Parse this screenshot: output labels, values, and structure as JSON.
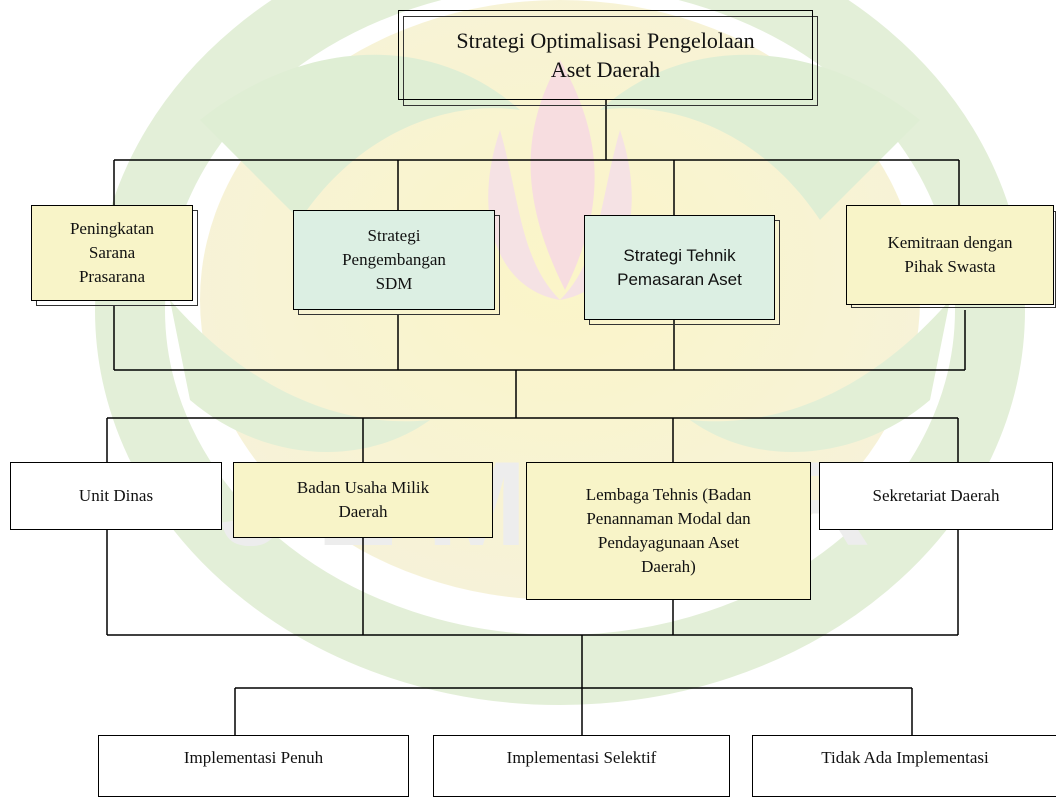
{
  "title": "Strategi Optimalisasi Pengelolaan\nAset Daerah",
  "strategies": [
    "Peningkatan\nSarana\nPrasarana",
    "Strategi\nPengembangan\nSDM",
    "Strategi  Tehnik\nPemasaran Aset",
    "Kemitraan dengan\nPihak Swasta"
  ],
  "agencies": [
    "Unit Dinas",
    "Badan Usaha Milik\nDaerah",
    "Lembaga Tehnis (Badan\nPenannaman Modal dan\nPendayagunaan Aset\nDaerah)",
    "Sekretariat Daerah"
  ],
  "outcomes": [
    "Implementasi Penuh",
    "Implementasi Selektif",
    "Tidak Ada Implementasi"
  ],
  "watermark_text": "JEMBER",
  "colors": {
    "box_fill_yellow": "#f8f4c8",
    "box_fill_teal": "#dcefe3",
    "line": "#000000"
  }
}
